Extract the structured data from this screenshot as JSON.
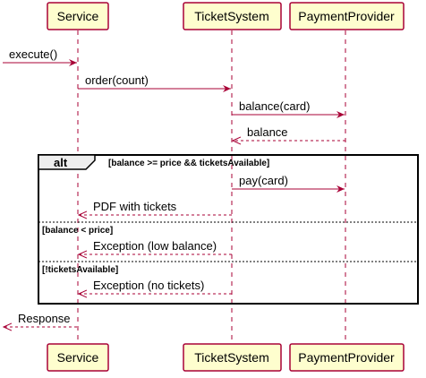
{
  "participants": [
    {
      "id": "service",
      "label": "Service"
    },
    {
      "id": "ticket",
      "label": "TicketSystem"
    },
    {
      "id": "payment",
      "label": "PaymentProvider"
    }
  ],
  "messages": [
    {
      "from": "start",
      "to": "service",
      "label": "execute()",
      "style": "solid"
    },
    {
      "from": "service",
      "to": "ticket",
      "label": "order(count)",
      "style": "solid"
    },
    {
      "from": "ticket",
      "to": "payment",
      "label": "balance(card)",
      "style": "solid"
    },
    {
      "from": "payment",
      "to": "ticket",
      "label": "balance",
      "style": "dashed"
    },
    {
      "from": "ticket",
      "to": "payment",
      "label": "pay(card)",
      "style": "solid"
    },
    {
      "from": "ticket",
      "to": "service",
      "label": "PDF with tickets",
      "style": "dashed"
    },
    {
      "from": "ticket",
      "to": "service",
      "label": "Exception (low balance)",
      "style": "dashed"
    },
    {
      "from": "ticket",
      "to": "service",
      "label": "Exception (no tickets)",
      "style": "dashed"
    },
    {
      "from": "service",
      "to": "start",
      "label": "Response",
      "style": "dashed"
    }
  ],
  "fragment": {
    "keyword": "alt",
    "guards": [
      "[balance >= price && ticketsAvailable]",
      "[balance < price]",
      "[!ticketsAvailable]"
    ]
  },
  "colors": {
    "arrow": "#A80036",
    "participant_fill": "#FEFECE",
    "participant_border": "#A80036",
    "lifeline": "#A80036"
  }
}
